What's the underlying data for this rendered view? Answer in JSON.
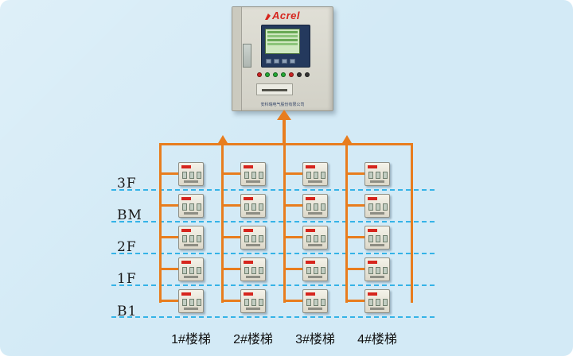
{
  "cabinet": {
    "brand": "Acrel",
    "footer_text": "安科瑞电气股份有限公司",
    "indicator_colors": [
      "#cc2222",
      "#22a833",
      "#22a833",
      "#22a833",
      "#cc2222",
      "#333333",
      "#333333"
    ]
  },
  "colors": {
    "line_orange": "#e87d1e",
    "dashed_blue": "#35b3e7",
    "brand_red": "#d6251d",
    "background_blue": "#d3eaf6"
  },
  "floors": [
    {
      "label": "3F"
    },
    {
      "label": "BM"
    },
    {
      "label": "2F"
    },
    {
      "label": "1F"
    },
    {
      "label": "B1"
    }
  ],
  "columns": [
    {
      "label": "1#楼梯"
    },
    {
      "label": "2#楼梯"
    },
    {
      "label": "3#楼梯"
    },
    {
      "label": "4#楼梯"
    }
  ]
}
